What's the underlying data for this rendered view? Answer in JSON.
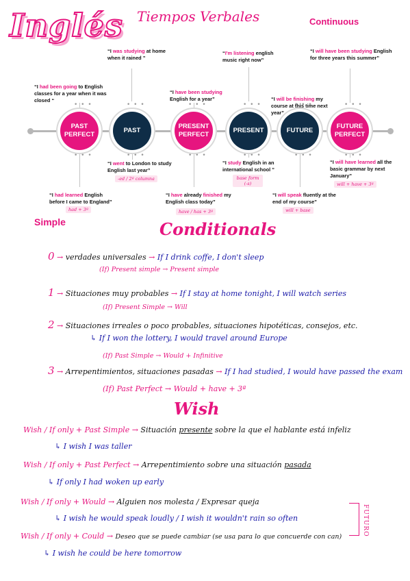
{
  "header": {
    "logo": "Inglés",
    "title": "Tiempos Verbales",
    "continuous": "Continuous",
    "simple": "Simple"
  },
  "timeline": {
    "nodes": [
      {
        "label": "PAST\nPERFECT"
      },
      {
        "label": "PAST"
      },
      {
        "label": "PRESENT\nPERFECT"
      },
      {
        "label": "PRESENT"
      },
      {
        "label": "FUTURE"
      },
      {
        "label": "FUTURE\nPERFECT"
      }
    ],
    "continuous": [
      {
        "pre": "“I ",
        "hl": "had been going",
        "post": " to English classes for a year when it was closed “"
      },
      {
        "pre": "“I ",
        "hl": "was studying",
        "post": " at home when it rained ”"
      },
      {
        "pre": "“I ",
        "hl": "have been studying",
        "post": " English for a year”"
      },
      {
        "pre": "“",
        "hl": "I'm listening",
        "post": " english music right now”"
      },
      {
        "pre": "“I ",
        "hl": "will be finishing",
        "post": " my course at this time next year”"
      },
      {
        "pre": "“I ",
        "hl": "will have been studying",
        "post": " English for three years this summer”"
      }
    ],
    "simple": [
      {
        "pre": "“I ",
        "hl": "had learned",
        "post": " English before I came to England”",
        "formula": "had + 3ª"
      },
      {
        "pre": "“I ",
        "hl": "went",
        "post": " to London to study English last year”",
        "formula": "-ed / 2ª columna"
      },
      {
        "pre": "“I ",
        "hl": "have",
        "mid": " already ",
        "hl2": "finished",
        "post": " my English class  today”",
        "formula": "have / has + 3ª"
      },
      {
        "pre": "“I ",
        "hl": "study",
        "post": " English in an international school ”",
        "formula": "base form (-s)"
      },
      {
        "pre": "“I ",
        "hl": "will speak",
        "post": " fluently at the end of my course”",
        "formula": "will + base"
      },
      {
        "pre": "“I ",
        "hl": "will have learned",
        "post": " all the basic grammar by next January”",
        "formula": "will + have + 3ª"
      }
    ]
  },
  "conditionals": {
    "title": "Conditionals",
    "items": [
      {
        "num": "0",
        "text": "verdades universales",
        "example": "If I drink coffe, I don't sleep",
        "formula": "(If) Present simple → Present simple"
      },
      {
        "num": "1",
        "text": "Situaciones muy probables",
        "example": "If I stay at home tonight, I will watch series",
        "formula": "(If) Present Simple → Will"
      },
      {
        "num": "2",
        "text": "Situaciones irreales o poco probables, situaciones hipotéticas, consejos, etc.",
        "example": "If I won the lottery, I would travel around Europe",
        "formula": "(If) Past Simple → Would + Infinitive"
      },
      {
        "num": "3",
        "text": "Arrepentimientos, situaciones pasadas",
        "example": "If I had studied, I would have passed the exam",
        "formula": "(If) Past Perfect → Would + have + 3ª"
      }
    ]
  },
  "wish": {
    "title": "Wish",
    "items": [
      {
        "rule": "Wish / If only + Past Simple",
        "desc_pre": "Situación ",
        "desc_ul": "presente",
        "desc_post": " sobre la que el hablante está infeliz",
        "example": "I wish I was taller"
      },
      {
        "rule": "Wish / If only + Past Perfect",
        "desc_pre": "Arrepentimiento sobre una situación ",
        "desc_ul": "pasada",
        "desc_post": "",
        "example": "If only I had woken up early"
      },
      {
        "rule": "Wish / If only + Would",
        "desc_pre": "Alguien nos molesta / Expresar queja",
        "desc_ul": "",
        "desc_post": "",
        "example": "I wish he would speak loudly / I wish it wouldn't rain so often"
      },
      {
        "rule": "Wish / If only + Could",
        "desc_pre": "Deseo que se puede cambiar (se usa para lo que concuerde con can)",
        "desc_ul": "",
        "desc_post": "",
        "example": "I wish he could be here tomorrow"
      }
    ],
    "bracket_label": "FUTURO"
  }
}
